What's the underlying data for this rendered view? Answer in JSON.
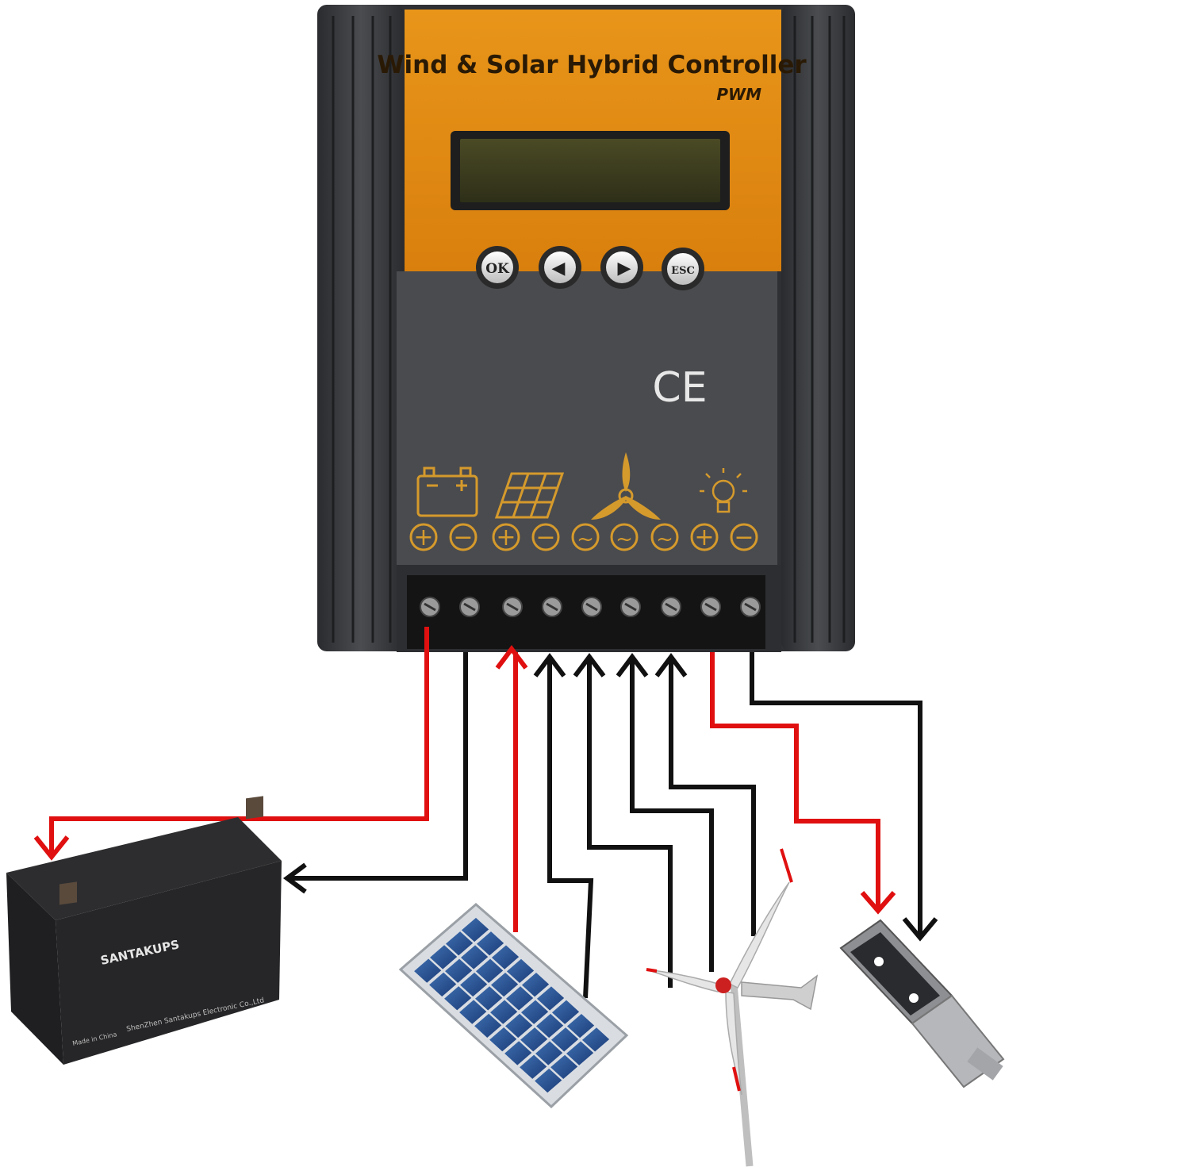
{
  "controller": {
    "title": "Wind & Solar Hybrid Controller",
    "subtitle": "PWM",
    "buttons": [
      {
        "name": "ok-button",
        "label": "OK"
      },
      {
        "name": "left-arrow-button",
        "label": "◀"
      },
      {
        "name": "right-arrow-button",
        "label": "▶"
      },
      {
        "name": "esc-button",
        "label": "ESC"
      }
    ],
    "certification": "CE",
    "group_icons": [
      "battery-icon",
      "solar-panel-icon",
      "wind-turbine-icon",
      "lamp-icon"
    ],
    "terminal_symbols": [
      "⊕",
      "⊖",
      "⊕",
      "⊖",
      "~",
      "~",
      "~",
      "⊕",
      "⊖"
    ],
    "colors": {
      "orange": "#e08a12",
      "dark_body": "#3a3b3e",
      "panel_gray": "#4a4b4e",
      "symbol_gold": "#d59a2c",
      "positive_wire": "#e01010",
      "negative_wire": "#111111"
    }
  },
  "battery": {
    "brand": "SANTAKUPS",
    "manufacturer": "ShenZhen Santakups Electronic Co.,Ltd",
    "origin": "Made in China"
  },
  "devices": [
    "battery-icon",
    "solar-panel-icon",
    "wind-turbine-icon",
    "street-lamp-icon"
  ]
}
